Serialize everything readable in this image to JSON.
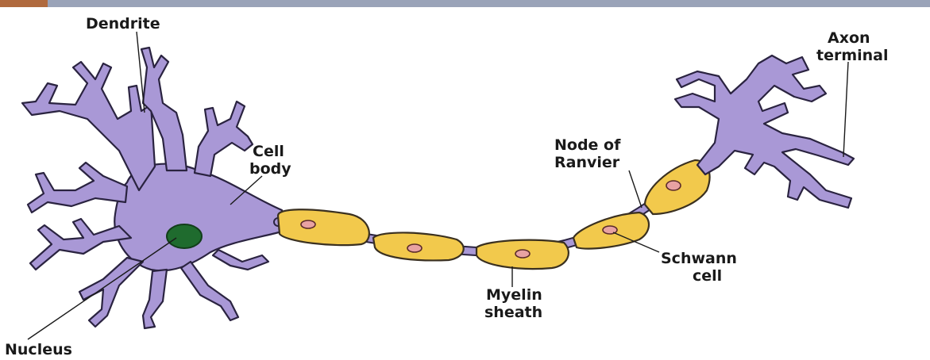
{
  "labels": {
    "dendrite": "Dendrite",
    "cell_body_1": "Cell",
    "cell_body_2": "body",
    "nucleus": "Nucleus",
    "axon_terminal_1": "Axon",
    "axon_terminal_2": "terminal",
    "node_of_ranvier_1": "Node of",
    "node_of_ranvier_2": "Ranvier",
    "schwann_cell_1": "Schwann",
    "schwann_cell_2": "cell",
    "myelin_sheath_1": "Myelin",
    "myelin_sheath_2": "sheath"
  },
  "colors": {
    "neuron_body": "#a998d6",
    "neuron_outline": "#2a2340",
    "myelin": "#f2c94c",
    "myelin_outline": "#3a3020",
    "schwann_nucleus": "#e8a2a2",
    "nucleus": "#1f6b2e",
    "top_band": "#9aa3b8",
    "top_corner": "#b06a3e"
  }
}
